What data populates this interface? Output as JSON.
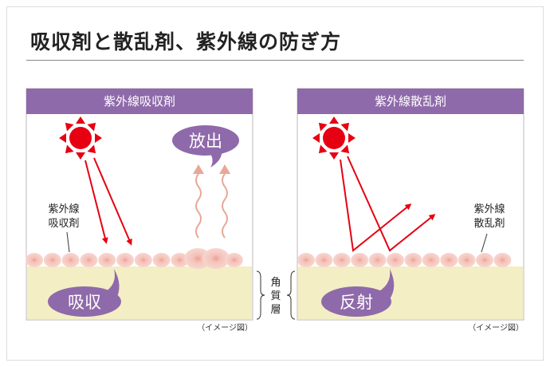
{
  "title": "吸収剤と散乱剤、紫外線の防ぎ方",
  "left_panel": {
    "header": "紫外線吸収剤",
    "label_line1": "紫外線",
    "label_line2": "吸収剤",
    "bubble_absorb": "吸収",
    "bubble_release": "放出",
    "note": "（イメージ図）"
  },
  "right_panel": {
    "header": "紫外線散乱剤",
    "label_line1": "紫外線",
    "label_line2": "散乱剤",
    "bubble_reflect": "反射",
    "note": "（イメージ図）"
  },
  "layer_label": [
    "角",
    "質",
    "層"
  ],
  "colors": {
    "purple": "#8f6aaa",
    "red": "#e60012",
    "skin": "#f3eec4",
    "cell": "#f6cfc8",
    "heat": "#e8a898"
  }
}
